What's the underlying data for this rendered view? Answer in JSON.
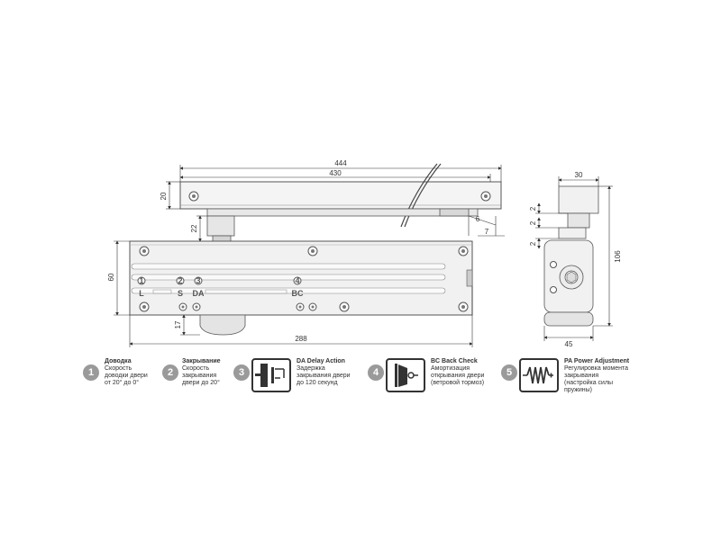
{
  "dimensions": {
    "top_overall": "444",
    "top_inner": "430",
    "arm_height": "20",
    "arm_drop": "22",
    "arm_offset_a": "6",
    "arm_offset_b": "7",
    "body_height": "60",
    "valve_depth": "17",
    "body_length": "288",
    "side_width": "30",
    "side_gap_top": "2",
    "side_gap_mid": "2",
    "side_gap_low": "2",
    "side_height": "106",
    "side_base": "45"
  },
  "body_labels": {
    "l": "L",
    "s": "S",
    "da": "DA",
    "bc": "BC",
    "n1": "1",
    "n2": "2",
    "n3": "3",
    "n4": "4"
  },
  "legend": [
    {
      "number": "1",
      "title": "Доводка",
      "lines": [
        "Скорость",
        "доводки двери",
        "от 20° до 0°"
      ]
    },
    {
      "number": "2",
      "title": "Закрывание",
      "lines": [
        "Скорость",
        "закрывания",
        "двери до 20°"
      ]
    },
    {
      "number": "3",
      "title": "DA Delay Action",
      "lines": [
        "Задержка",
        "закрывания двери",
        "до 120 секунд"
      ],
      "icon": "door-delay-icon"
    },
    {
      "number": "4",
      "title": "BC Back Check",
      "lines": [
        "Амортизация",
        "открывания двери",
        "(ветровой тормоз)"
      ],
      "icon": "door-backcheck-icon"
    },
    {
      "number": "5",
      "title": "PA Power Adjustment",
      "lines": [
        "Регулировка момента",
        "закрывания",
        "(настройка силы",
        "пружины)"
      ],
      "icon": "spring-power-icon"
    }
  ]
}
